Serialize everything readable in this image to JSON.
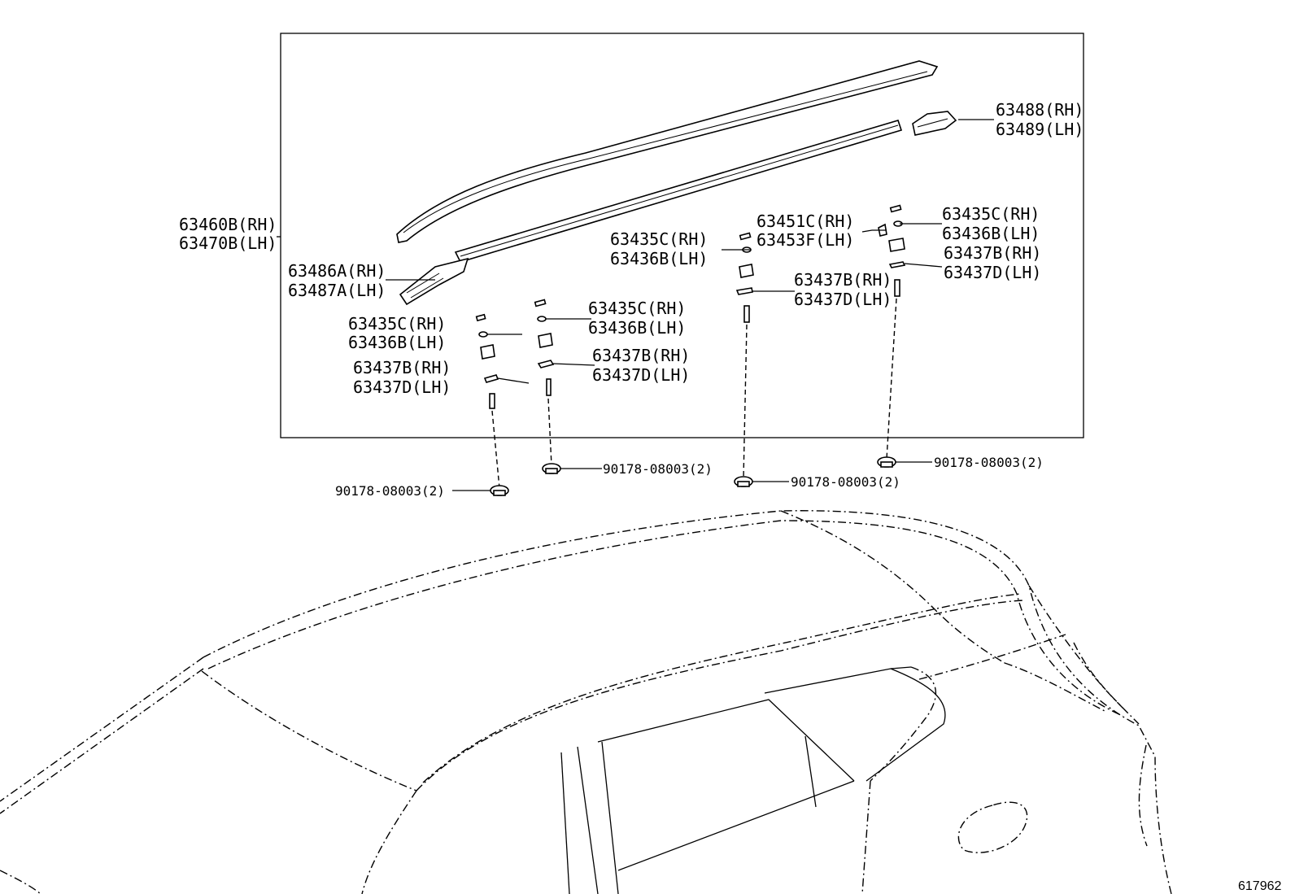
{
  "callouts": {
    "rail_top": [
      "63460B(RH)",
      "63470B(LH)"
    ],
    "front_cover": [
      "63486A(RH)",
      "63487A(LH)"
    ],
    "rear_cover": [
      "63488(RH)",
      "63489(LH)"
    ],
    "center_clip": [
      "63451C(RH)",
      "63453F(LH)"
    ],
    "clip_a1": [
      "63435C(RH)",
      "63436B(LH)"
    ],
    "pad_a1": [
      "63437B(RH)",
      "63437D(LH)"
    ],
    "clip_a2": [
      "63435C(RH)",
      "63436B(LH)"
    ],
    "pad_a2": [
      "63437B(RH)",
      "63437D(LH)"
    ],
    "clip_a3": [
      "63435C(RH)",
      "63436B(LH)"
    ],
    "pad_a3": [
      "63437B(RH)",
      "63437D(LH)"
    ],
    "clip_a4": [
      "63435C(RH)",
      "63436B(LH)"
    ],
    "pad_a4": [
      "63437B(RH)",
      "63437D(LH)"
    ],
    "nut_1": "90178-08003(2)",
    "nut_2": "90178-08003(2)",
    "nut_3": "90178-08003(2)",
    "nut_4": "90178-08003(2)"
  },
  "figure_id": "617962"
}
